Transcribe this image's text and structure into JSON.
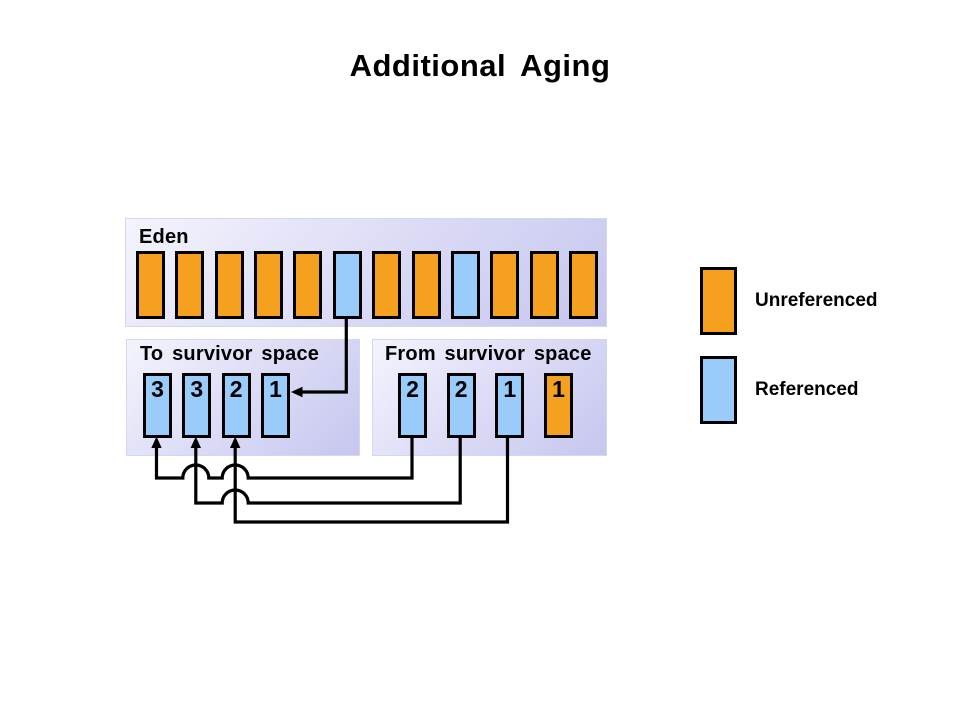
{
  "title": "Additional Aging",
  "colors": {
    "unreferenced": "#F5A01E",
    "referenced": "#99CCFA",
    "box_gradient_top": "#F4F4FD",
    "box_gradient_bottom": "#C6C6EF",
    "connector": "#000000"
  },
  "eden": {
    "label": "Eden",
    "cells": [
      {
        "state": "unreferenced"
      },
      {
        "state": "unreferenced"
      },
      {
        "state": "unreferenced"
      },
      {
        "state": "unreferenced"
      },
      {
        "state": "unreferenced"
      },
      {
        "state": "referenced"
      },
      {
        "state": "unreferenced"
      },
      {
        "state": "unreferenced"
      },
      {
        "state": "referenced"
      },
      {
        "state": "unreferenced"
      },
      {
        "state": "unreferenced"
      },
      {
        "state": "unreferenced"
      }
    ]
  },
  "to_survivor": {
    "label": "To survivor space",
    "cells": [
      {
        "age": "3",
        "state": "referenced"
      },
      {
        "age": "3",
        "state": "referenced"
      },
      {
        "age": "2",
        "state": "referenced"
      },
      {
        "age": "1",
        "state": "referenced"
      }
    ]
  },
  "from_survivor": {
    "label": "From survivor space",
    "cells": [
      {
        "age": "2",
        "state": "referenced"
      },
      {
        "age": "2",
        "state": "referenced"
      },
      {
        "age": "1",
        "state": "referenced"
      },
      {
        "age": "1",
        "state": "unreferenced"
      }
    ]
  },
  "legend": {
    "items": [
      {
        "state": "unreferenced",
        "label": "Unreferenced"
      },
      {
        "state": "referenced",
        "label": "Referenced"
      }
    ]
  }
}
